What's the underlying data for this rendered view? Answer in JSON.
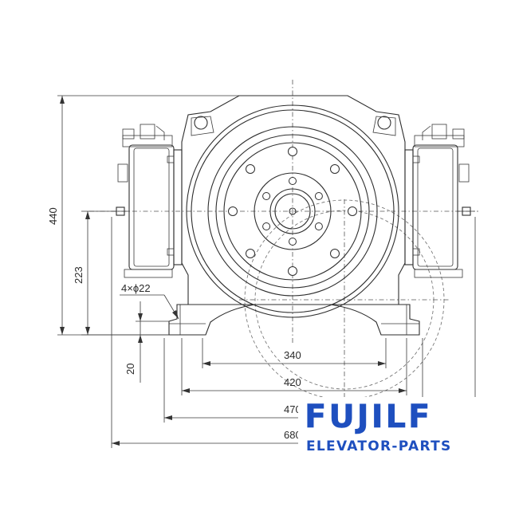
{
  "drawing": {
    "dimensions": {
      "height_total": "440",
      "shaft_height": "223",
      "base_thickness": "20",
      "holes": "4×ϕ22",
      "inner_span": "340",
      "span_420": "420",
      "span_470": "470",
      "overall_width": "680"
    }
  },
  "watermark": {
    "brand": "FUJILF",
    "tagline": "ELEVATOR-PARTS",
    "color": "#1e4fbf"
  }
}
